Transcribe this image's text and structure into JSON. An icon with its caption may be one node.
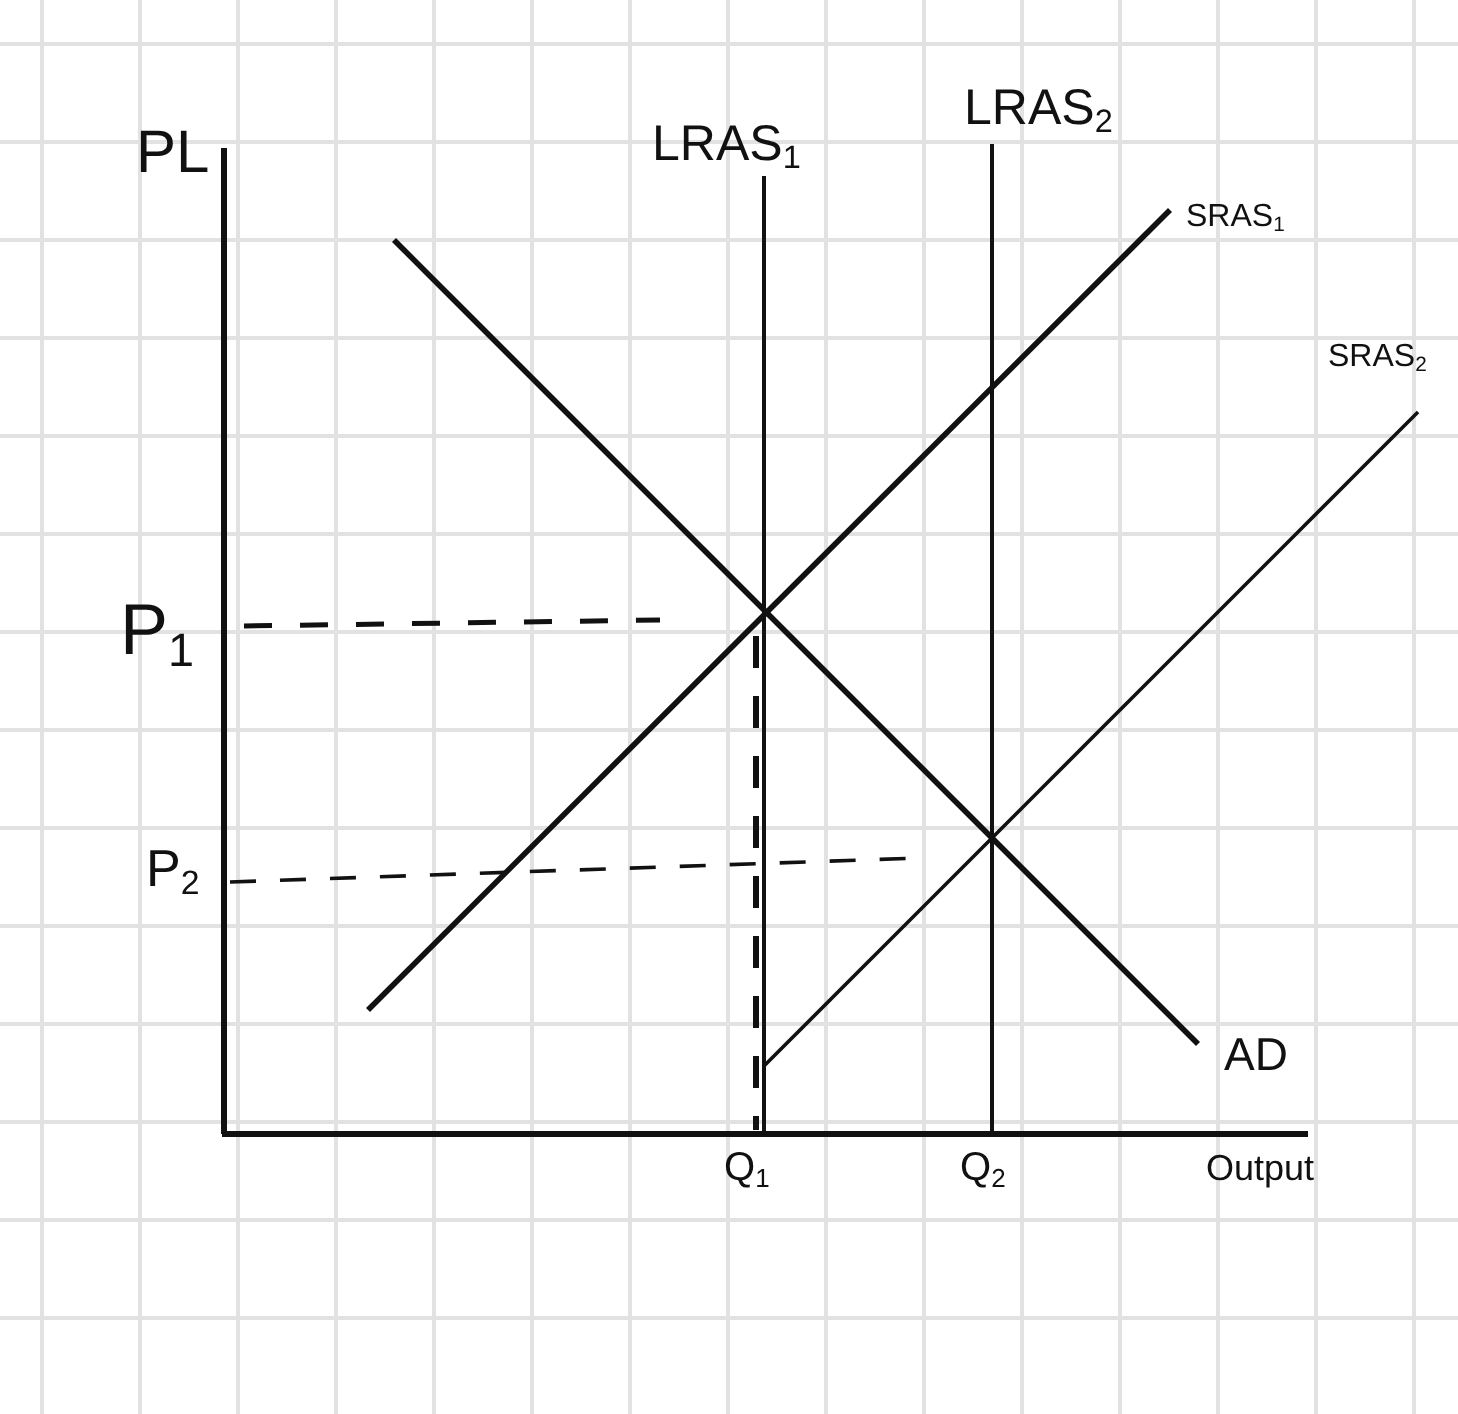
{
  "diagram": {
    "labels": [
      "PL",
      "LRAS$_{1}$",
      "LRAS$_{2}$",
      "SRAS$_{1}$",
      "SRAS$_{2}$",
      "P$_{1}$",
      "P$_{2}$",
      "AD",
      "Q$_{1}$",
      "Q$_{2}$",
      "Output"
    ]
  }
}
